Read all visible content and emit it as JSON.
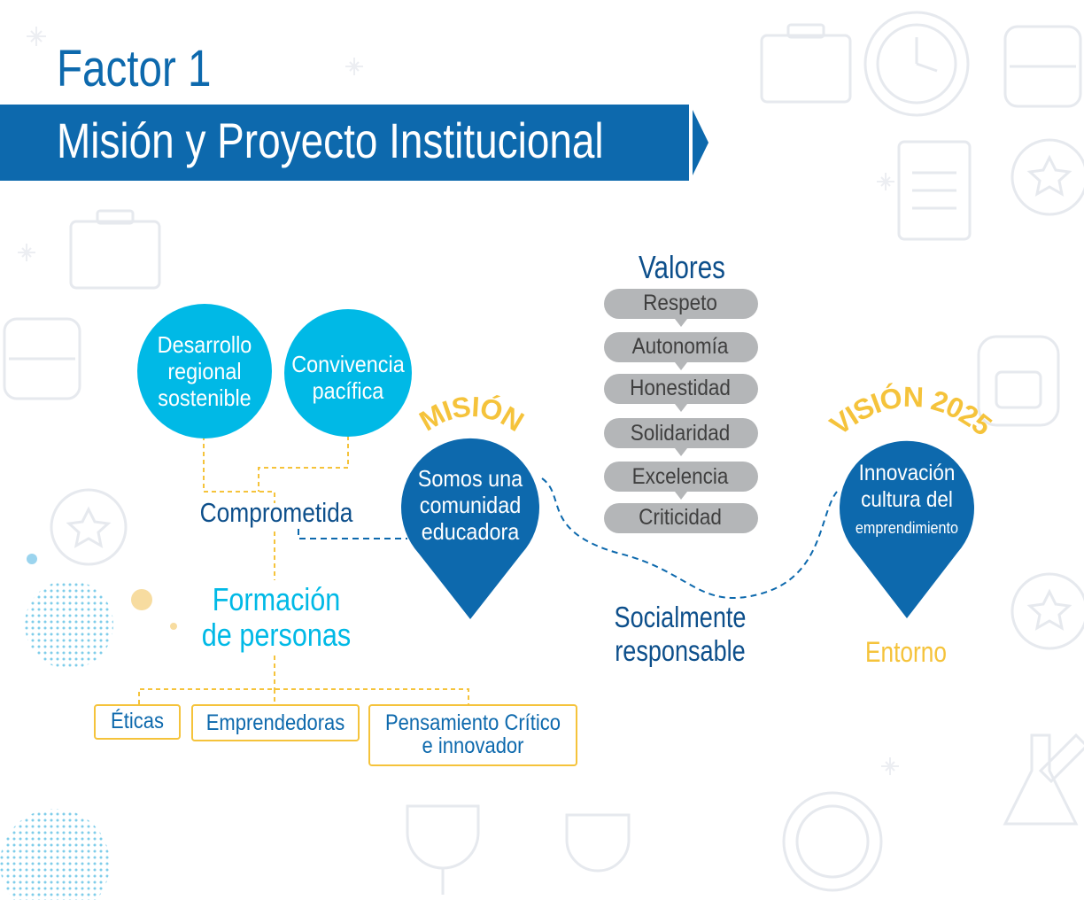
{
  "header": {
    "factor": "Factor 1",
    "banner": "Misión y Proyecto Institucional"
  },
  "colors": {
    "primary_blue": "#0d69ad",
    "light_blue": "#00b9e6",
    "yellow": "#f5c33b",
    "pill_gray": "#b4b6b8"
  },
  "circles": {
    "regional": [
      "Desarrollo",
      "regional",
      "sostenible"
    ],
    "peace": [
      "Convivencia",
      "pacífica"
    ]
  },
  "labels": {
    "comprometida": "Comprometida",
    "formacion": [
      "Formación",
      "de personas"
    ],
    "socialmente": [
      "Socialmente",
      "responsable"
    ],
    "entorno": "Entorno"
  },
  "mision": {
    "title": "MISIÓN",
    "text": [
      "Somos una",
      "comunidad",
      "educadora"
    ]
  },
  "vision": {
    "title": "VISIÓN 2025",
    "text": [
      "Innovación",
      "cultura del",
      "emprendimiento"
    ]
  },
  "valores": {
    "title": "Valores",
    "items": [
      "Respeto",
      "Autonomía",
      "Honestidad",
      "Solidaridad",
      "Excelencia",
      "Criticidad"
    ]
  },
  "boxes": {
    "eticas": "Éticas",
    "emprendedoras": "Emprendedoras",
    "pensamiento": [
      "Pensamiento Crítico",
      "e innovador"
    ]
  },
  "decor_icons": [
    "clock-icon",
    "bus-icon",
    "clipboard-icon",
    "medal-icon",
    "briefcase-icon",
    "backpack-icon",
    "flask-icon",
    "pencil-icon",
    "trophy-icon"
  ]
}
